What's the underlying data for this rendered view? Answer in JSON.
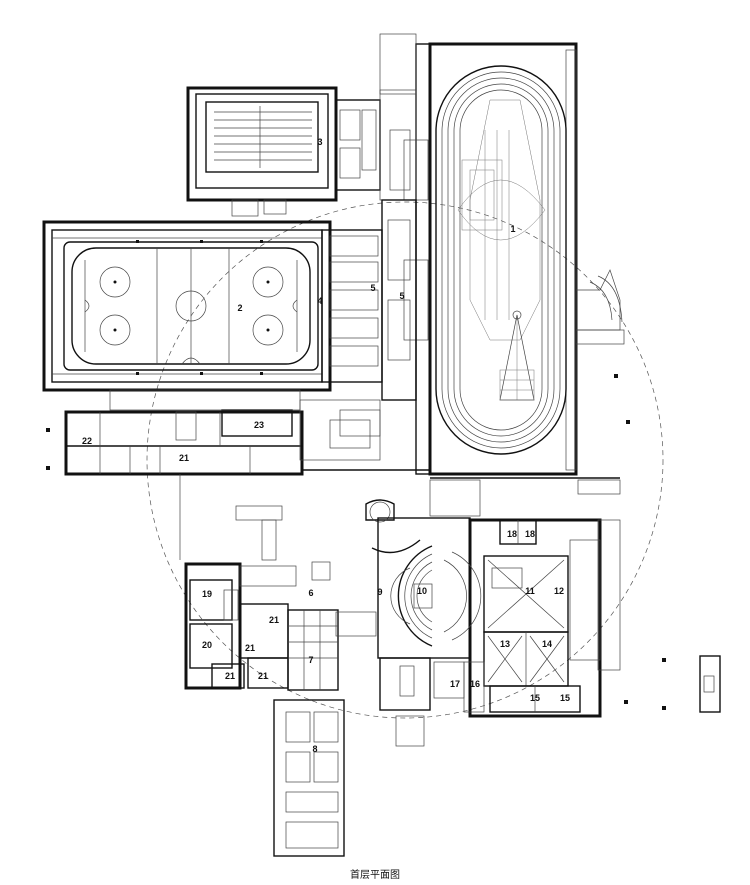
{
  "caption": "首层平面图",
  "room_numbers": [
    "1",
    "2",
    "3",
    "4",
    "5",
    "5",
    "6",
    "7",
    "8",
    "9",
    "10",
    "11",
    "12",
    "13",
    "14",
    "15",
    "15",
    "16",
    "17",
    "18",
    "18",
    "19",
    "20",
    "21",
    "21",
    "21",
    "21",
    "21",
    "22",
    "23"
  ]
}
